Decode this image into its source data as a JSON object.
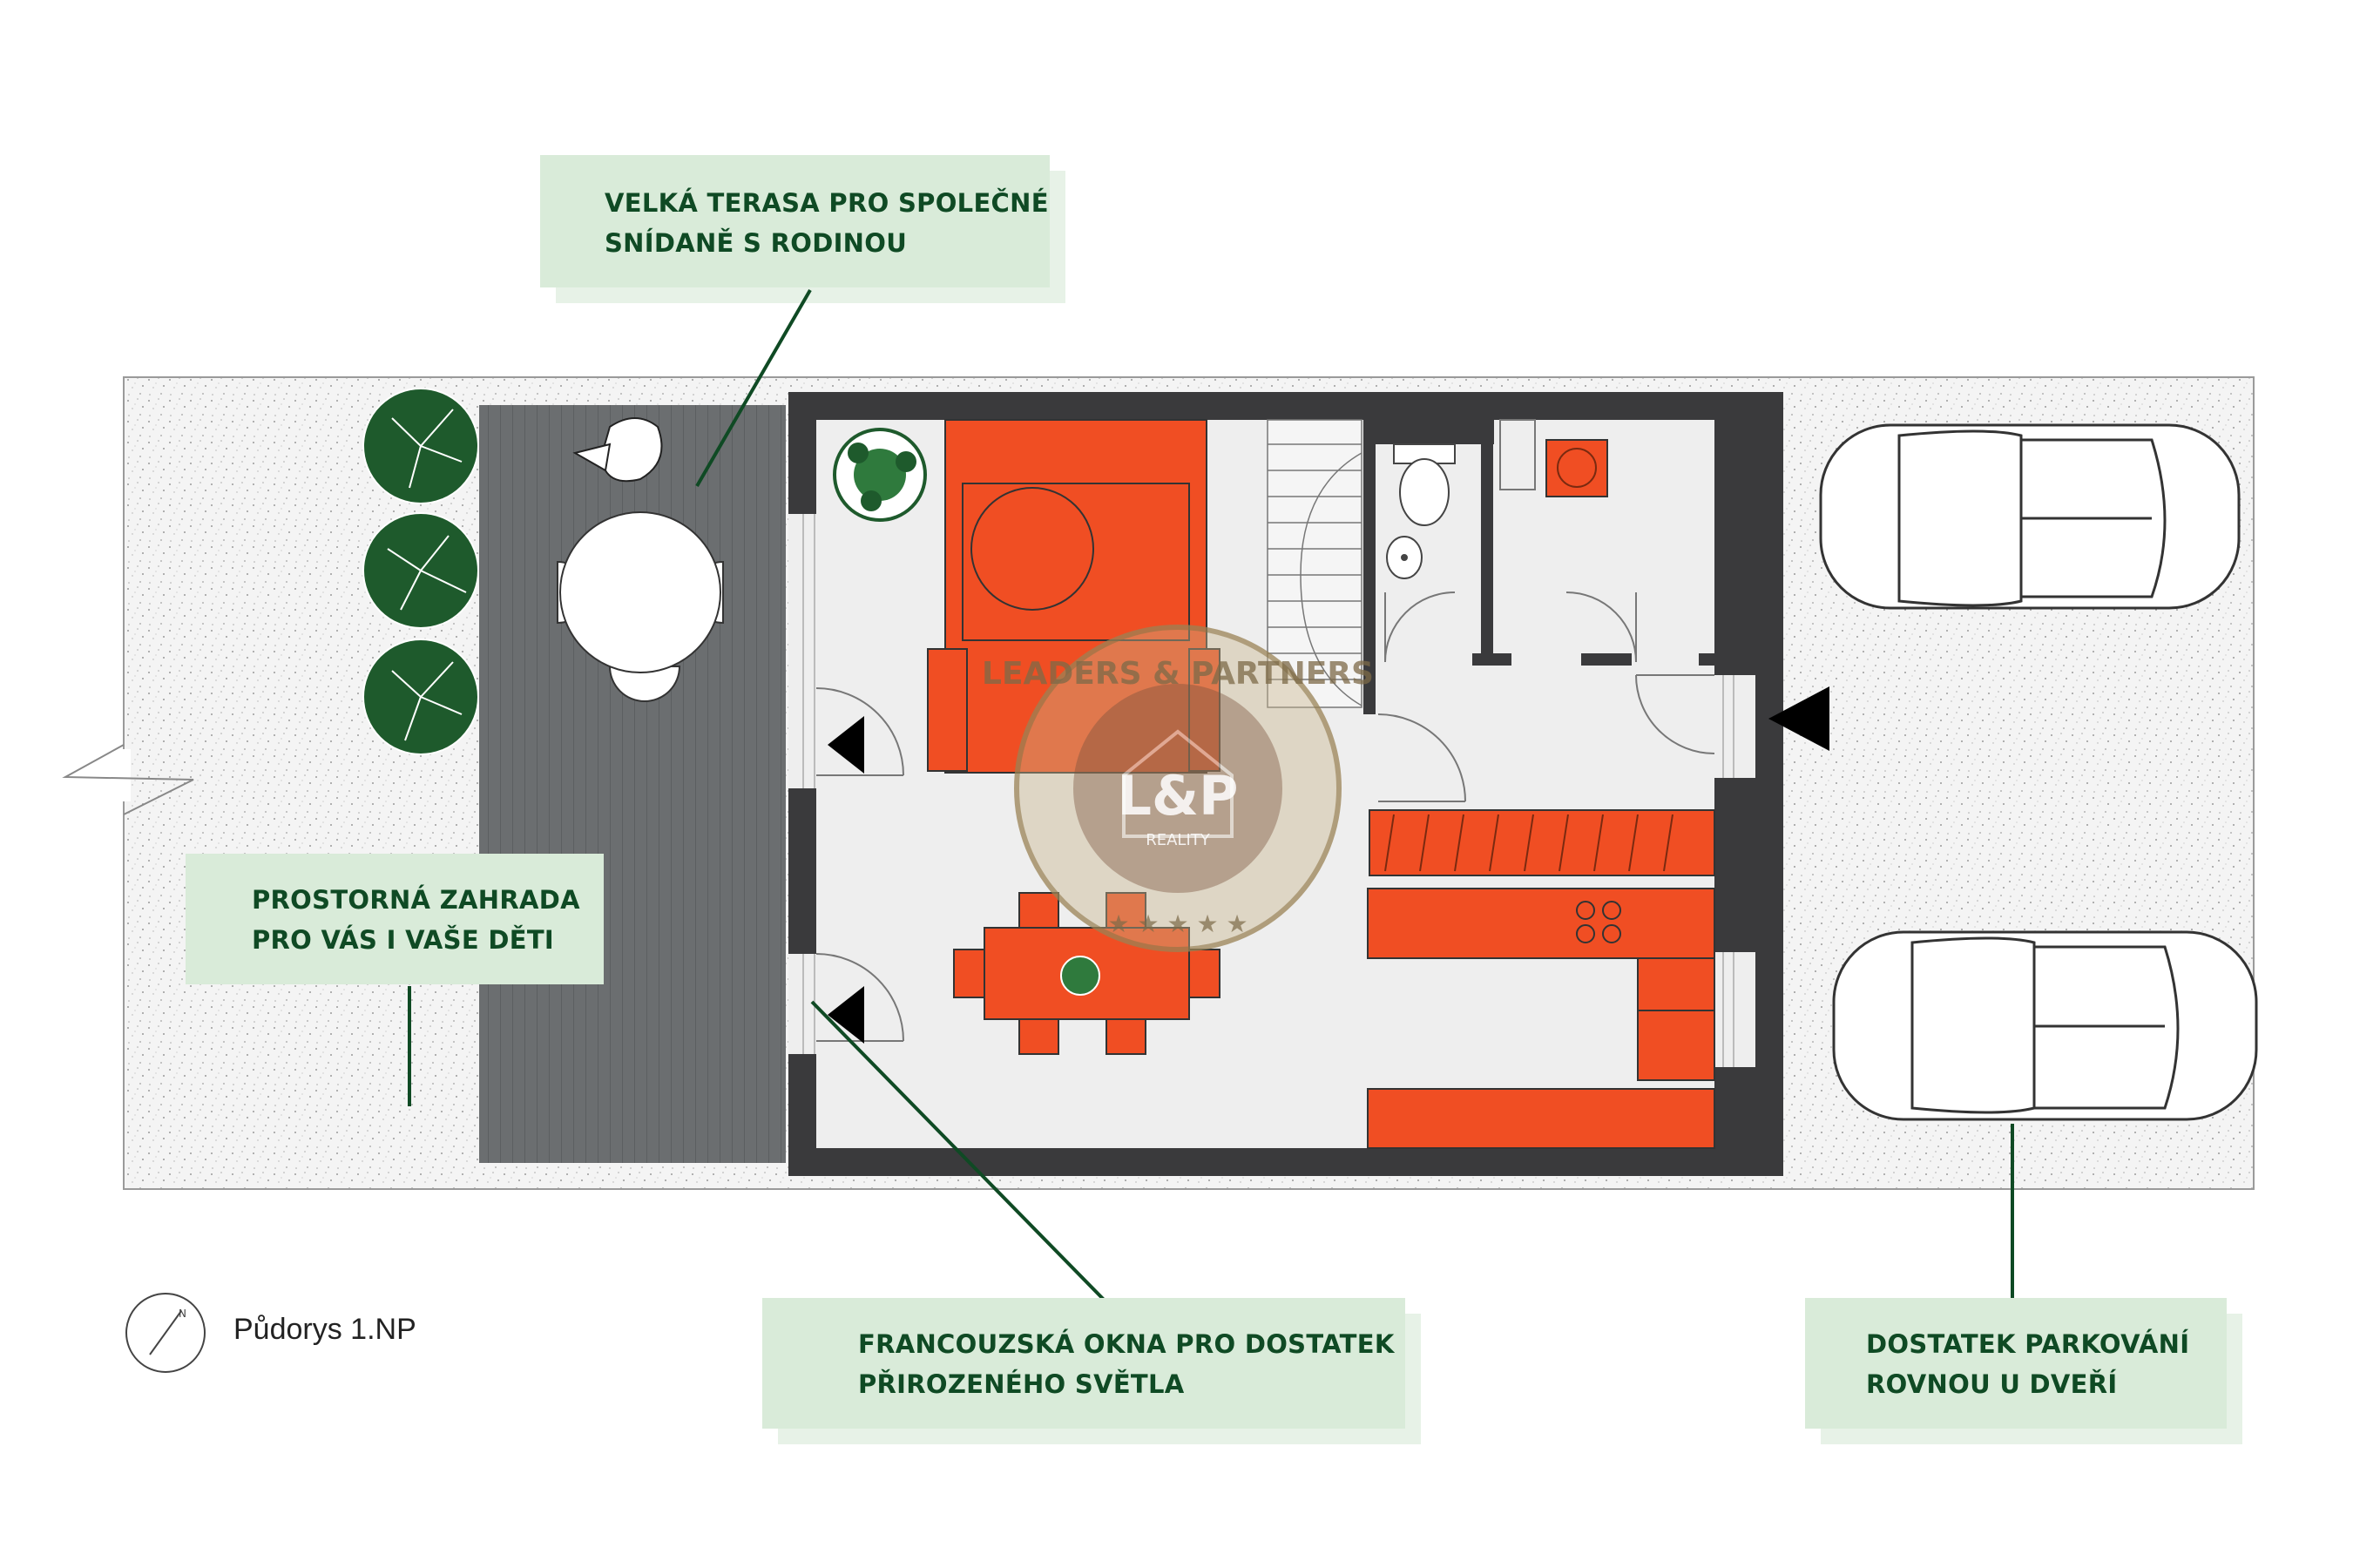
{
  "callouts": {
    "terrace": {
      "line1": "VELKÁ TERASA PRO SPOLEČNÉ",
      "line2": "SNÍDANĚ S RODINOU"
    },
    "garden": {
      "line1": "PROSTORNÁ ZAHRADA",
      "line2": "PRO VÁS I VAŠE DĚTI"
    },
    "windows": {
      "line1": "FRANCOUZSKÁ OKNA PRO DOSTATEK",
      "line2": "PŘIROZENÉHO SVĚTLA"
    },
    "parking": {
      "line1": "DOSTATEK PARKOVÁNÍ",
      "line2": "ROVNOU U DVEŘÍ"
    }
  },
  "caption": {
    "plan_label": "Půdorys 1.NP",
    "north_mark": "N"
  },
  "watermark": {
    "ring_text": "LEADERS & PARTNERS",
    "logo": "L&P",
    "sub": "REALITY",
    "stars": "★ ★ ★ ★ ★"
  },
  "colors": {
    "accent_orange": "#f04e23",
    "wall": "#3a3a3c",
    "terrace": "#6b6e70",
    "callout_bg": "#d9ebd9",
    "callout_text": "#0f4a24",
    "tree": "#1e5a2c"
  }
}
